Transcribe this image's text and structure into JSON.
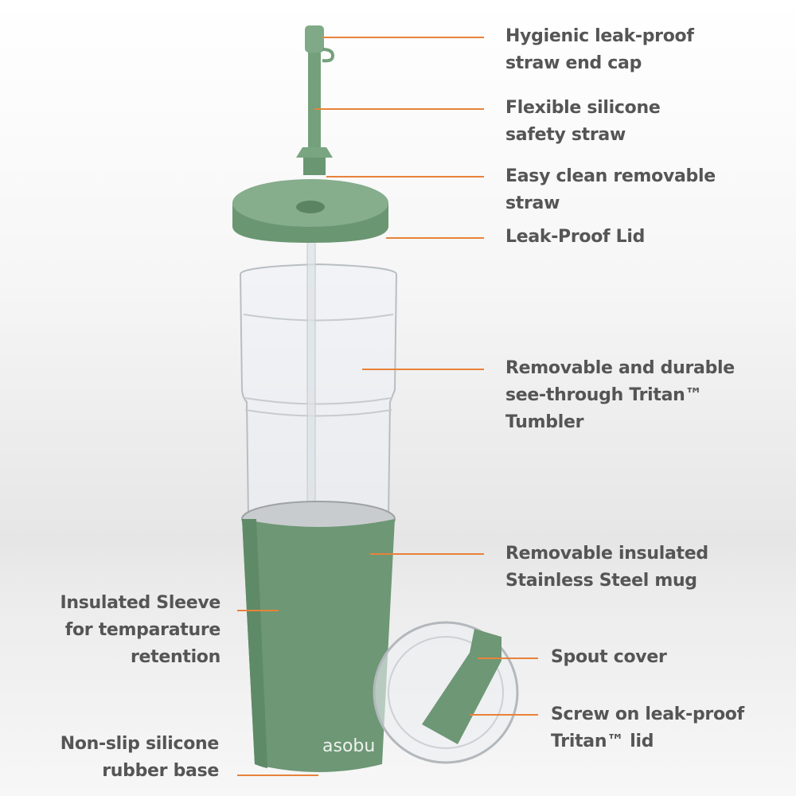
{
  "brand": "asobu",
  "colors": {
    "accent": "#e8823a",
    "product": "#6f9a78",
    "text": "#555555"
  },
  "labels": {
    "straw_cap": [
      "Hygienic leak-proof",
      "straw end cap"
    ],
    "straw": [
      "Flexible silicone",
      "safety straw"
    ],
    "removable_straw": [
      "Easy clean removable",
      "straw"
    ],
    "lid": [
      "Leak-Proof Lid"
    ],
    "tumbler": [
      "Removable and durable",
      "see-through Tritan™",
      "Tumbler"
    ],
    "mug": [
      "Removable insulated",
      "Stainless Steel mug"
    ],
    "spout": [
      "Spout cover"
    ],
    "screw_lid": [
      "Screw on leak-proof",
      "Tritan™ lid"
    ],
    "sleeve": [
      "Insulated Sleeve",
      "for temparature",
      "retention"
    ],
    "base": [
      "Non-slip silicone",
      "rubber base"
    ]
  }
}
